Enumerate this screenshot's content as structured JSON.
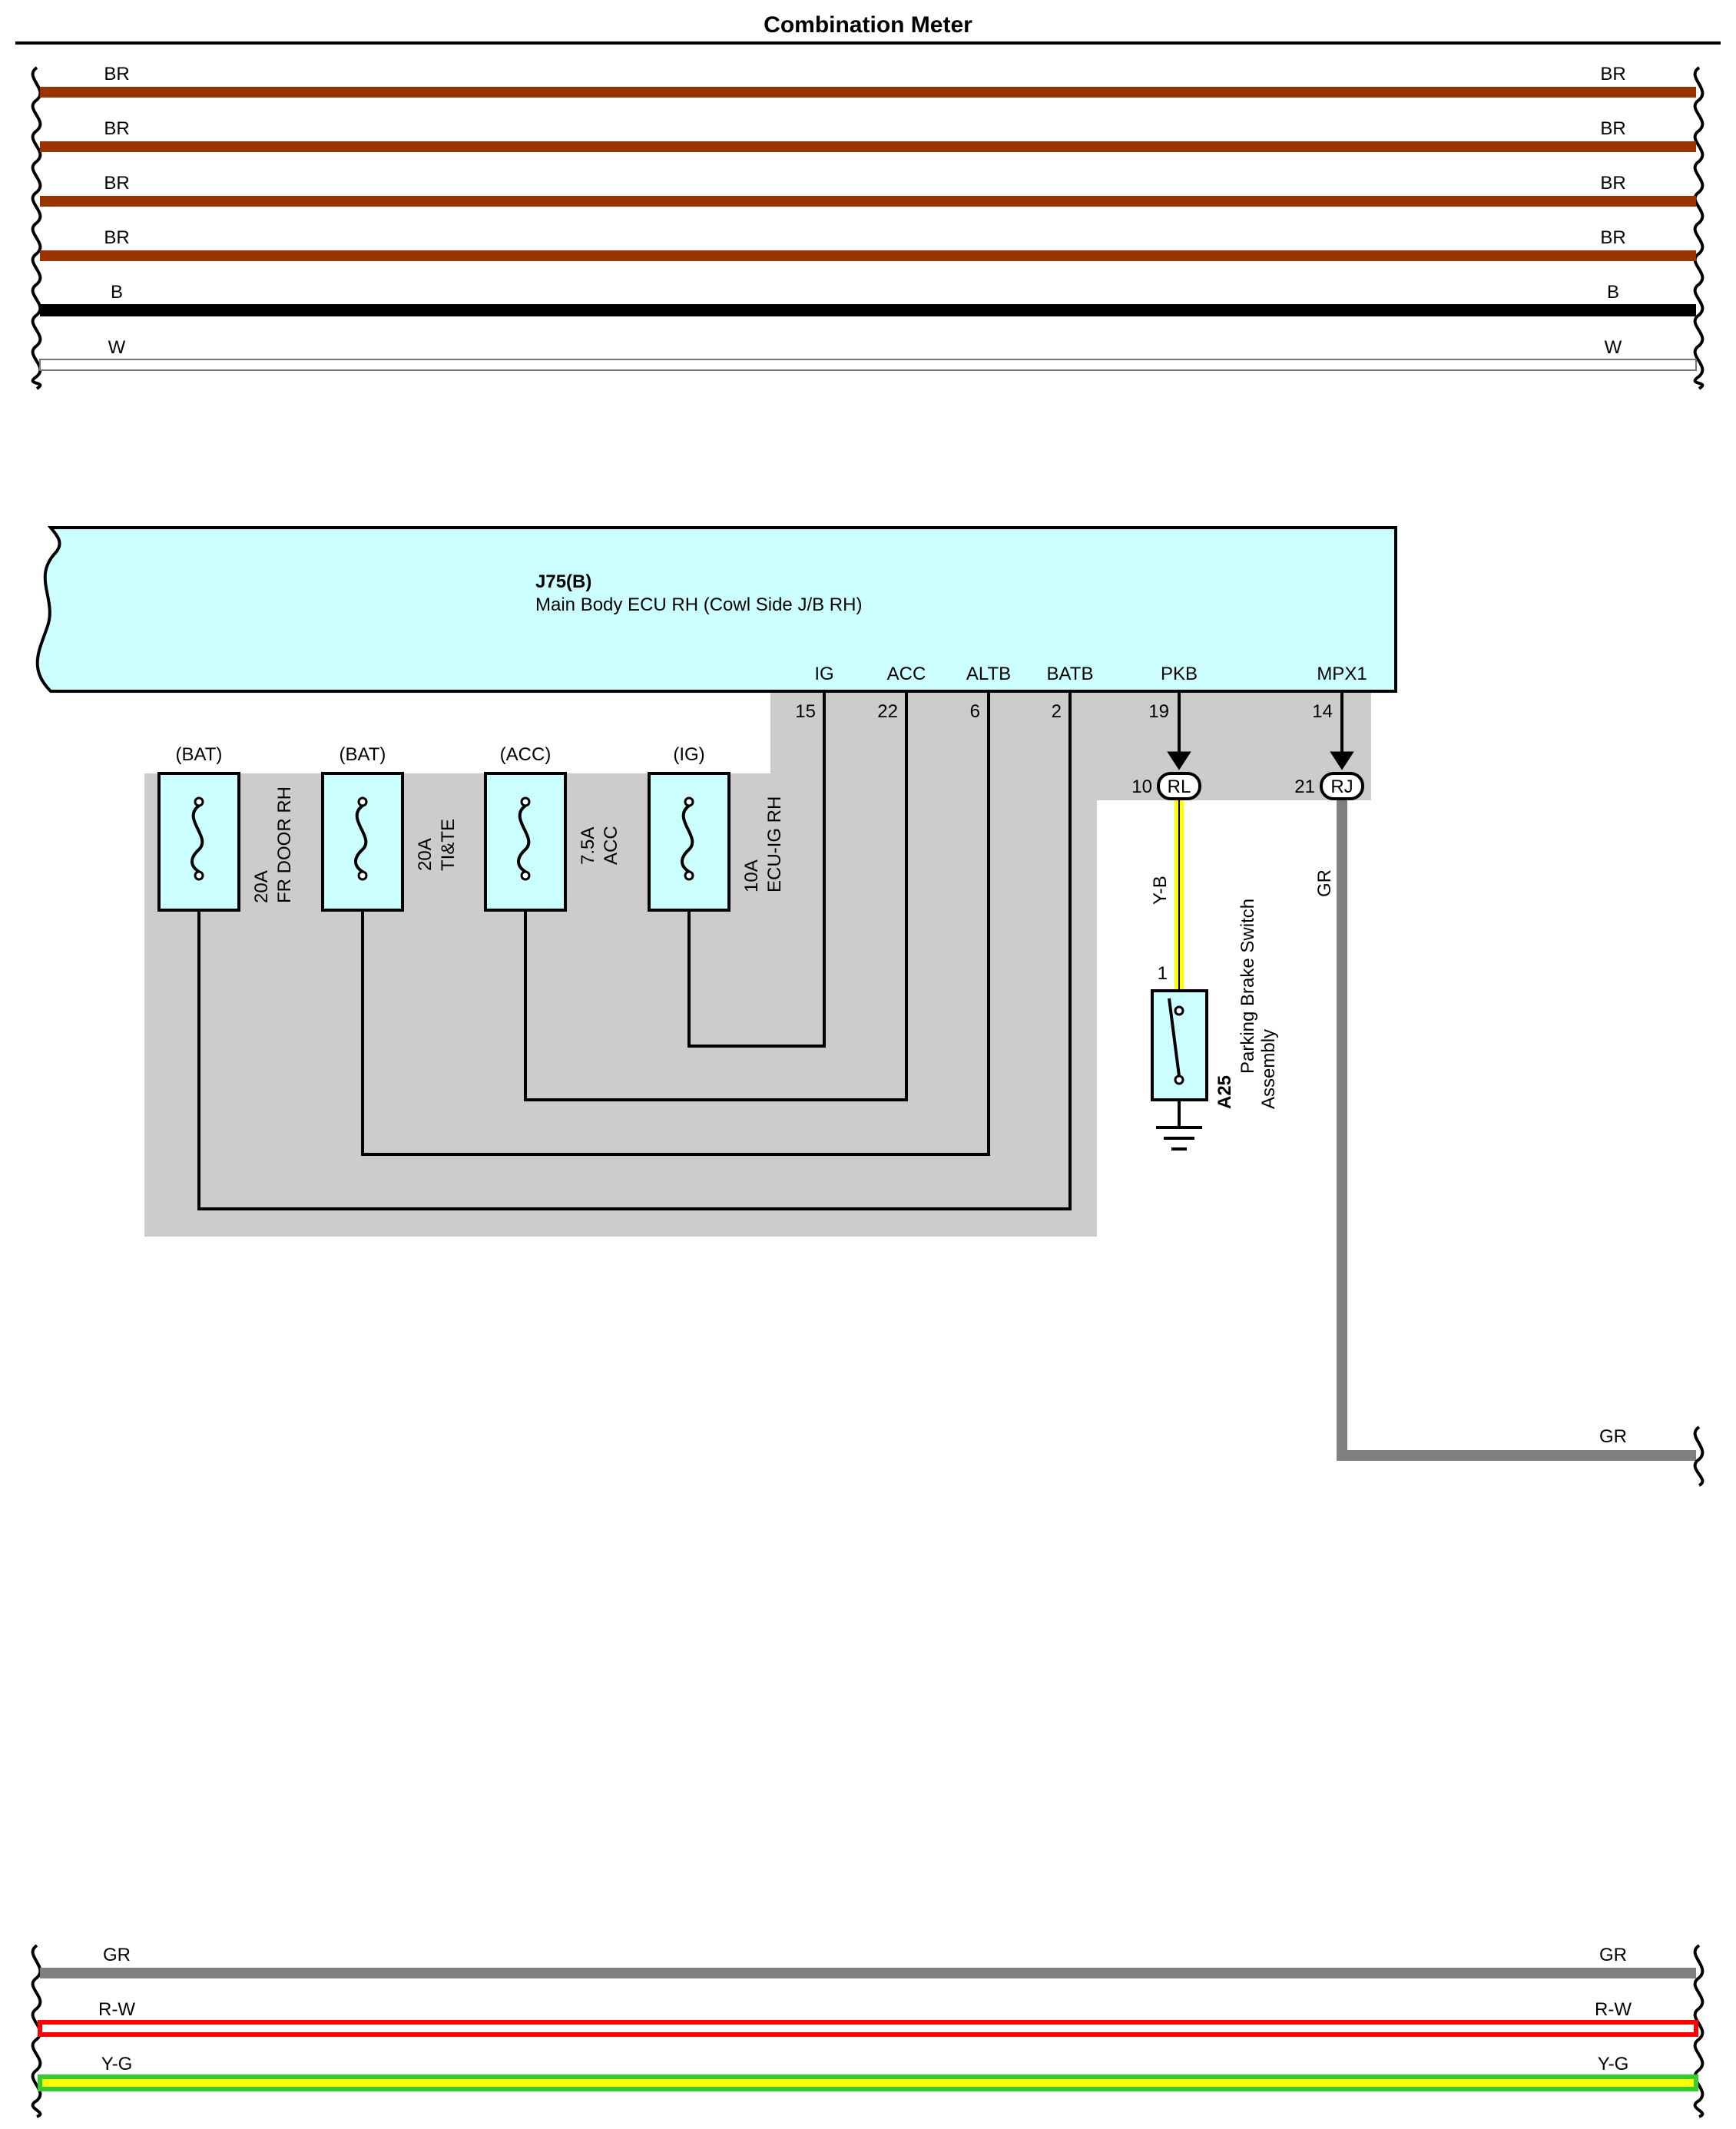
{
  "title": "Combination Meter",
  "colors": {
    "BR": "#993300",
    "B": "#000000",
    "W": "#ffffff",
    "GR": "#808080",
    "R": "#ff0000",
    "Y": "#ffff00",
    "G": "#33cc33",
    "ecu_fill": "#ccffff",
    "shade": "#cccccc"
  },
  "top_wires": [
    {
      "label_left": "BR",
      "label_right": "BR",
      "color": "BR"
    },
    {
      "label_left": "BR",
      "label_right": "BR",
      "color": "BR"
    },
    {
      "label_left": "BR",
      "label_right": "BR",
      "color": "BR"
    },
    {
      "label_left": "BR",
      "label_right": "BR",
      "color": "BR"
    },
    {
      "label_left": "B",
      "label_right": "B",
      "color": "B"
    },
    {
      "label_left": "W",
      "label_right": "W",
      "color": "W"
    }
  ],
  "ecu": {
    "code": "J75(B)",
    "name": "Main Body ECU RH (Cowl Side J/B RH)",
    "terminals": [
      {
        "name": "IG",
        "pin": "15"
      },
      {
        "name": "ACC",
        "pin": "22"
      },
      {
        "name": "ALTB",
        "pin": "6"
      },
      {
        "name": "BATB",
        "pin": "2"
      },
      {
        "name": "PKB",
        "pin": "19"
      },
      {
        "name": "MPX1",
        "pin": "14"
      }
    ]
  },
  "fuses": [
    {
      "source": "(BAT)",
      "rating": "20A",
      "name": "FR DOOR RH"
    },
    {
      "source": "(BAT)",
      "rating": "20A",
      "name": "TI&TE"
    },
    {
      "source": "(ACC)",
      "rating": "7.5A",
      "name": "ACC"
    },
    {
      "source": "(IG)",
      "rating": "10A",
      "name": "ECU-IG RH"
    }
  ],
  "connectors": [
    {
      "id": "RL",
      "pin": "10"
    },
    {
      "id": "RJ",
      "pin": "21"
    }
  ],
  "pkb_wire": "Y-B",
  "mpx_wire": "GR",
  "mpx_wire_right": "GR",
  "switch": {
    "code": "A25",
    "name_line1": "Parking Brake Switch",
    "name_line2": "Assembly",
    "pin": "1"
  },
  "bottom_wires": [
    {
      "label_left": "GR",
      "label_right": "GR",
      "color": "GR"
    },
    {
      "label_left": "R-W",
      "label_right": "R-W",
      "base": "W",
      "stripe": "R"
    },
    {
      "label_left": "Y-G",
      "label_right": "Y-G",
      "base": "G",
      "stripe": "Y"
    }
  ]
}
